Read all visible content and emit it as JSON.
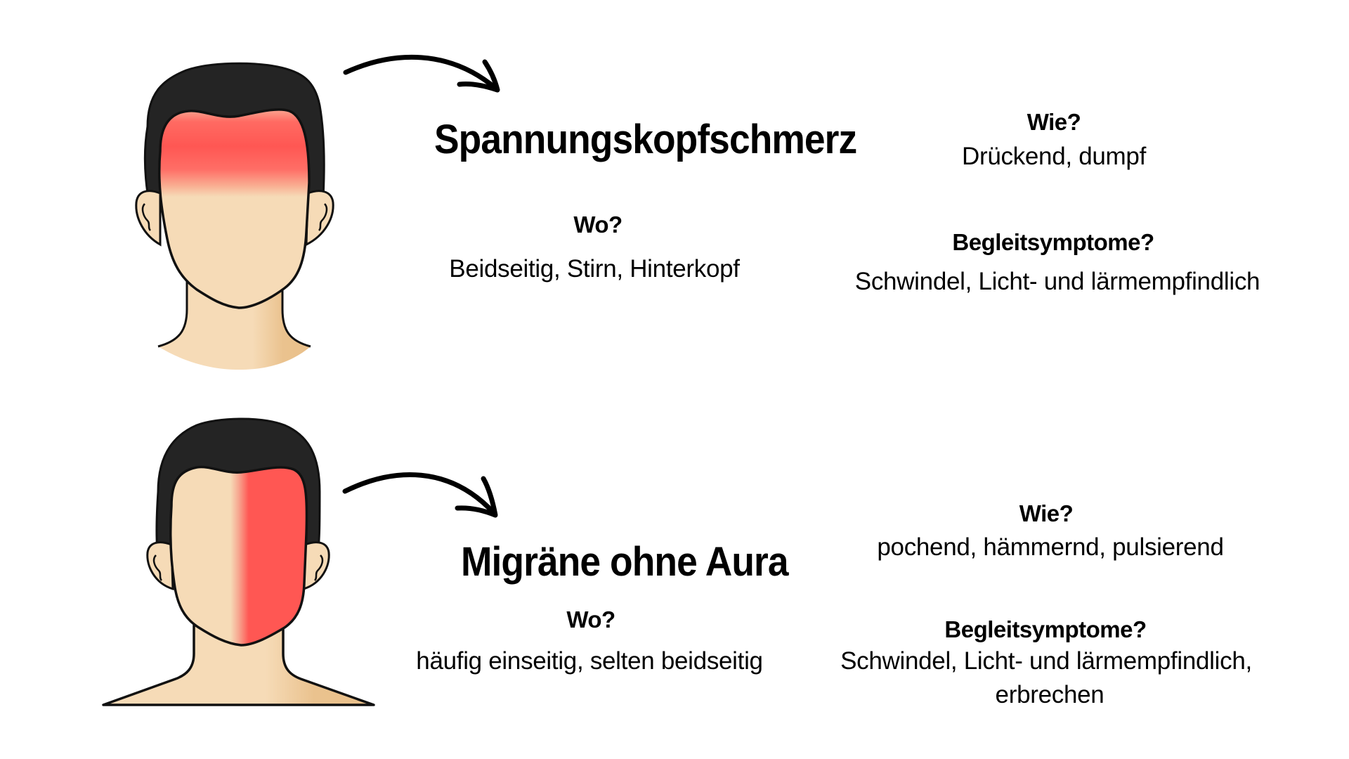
{
  "colors": {
    "pain_red": "#FF5753",
    "skin": "#F6DBB7",
    "skin_shade": "#E9C08A",
    "hair": "#242424",
    "outline": "#111111",
    "text": "#000000",
    "background": "#FFFFFF"
  },
  "sections": [
    {
      "title": "Spannungskopfschmerz",
      "illustration": "head-with-forehead-band-pain",
      "wo": {
        "label": "Wo?",
        "text": "Beidseitig, Stirn, Hinterkopf"
      },
      "wie": {
        "label": "Wie?",
        "text": "Drückend, dumpf"
      },
      "begleit": {
        "label": "Begleitsymptome?",
        "lines": [
          "Schwindel, Licht- und lärmempfindlich"
        ]
      }
    },
    {
      "title": "Migräne ohne Aura",
      "illustration": "head-with-one-sided-pain",
      "wo": {
        "label": "Wo?",
        "text": "häufig einseitig, selten beidseitig"
      },
      "wie": {
        "label": "Wie?",
        "text": "pochend, hämmernd, pulsierend"
      },
      "begleit": {
        "label": "Begleitsymptome?",
        "lines": [
          "Schwindel, Licht- und lärmempfindlich,",
          "erbrechen"
        ]
      }
    }
  ]
}
